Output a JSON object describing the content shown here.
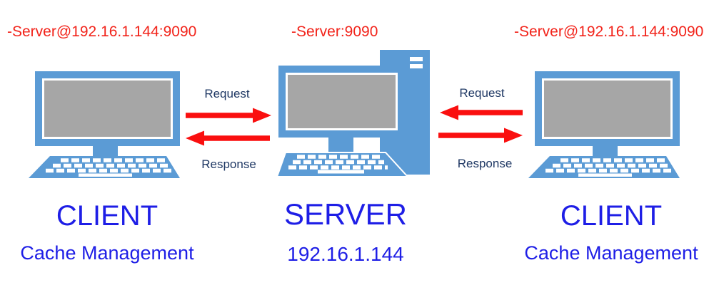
{
  "diagram": {
    "type": "client-server-architecture",
    "colors": {
      "icon_blue": "#5b9bd5",
      "screen_gray": "#a6a6a6",
      "arrow_red": "#fa0f0f",
      "annotation_red": "#f2231a",
      "title_blue": "#1e1ee6",
      "arrow_label_blue": "#1f3864",
      "background": "#ffffff"
    },
    "nodes": [
      {
        "id": "client-left",
        "icon": "desktop-computer-icon",
        "annotation": "-Server@192.16.1.144:9090",
        "title": "CLIENT",
        "subtitle": "Cache Management"
      },
      {
        "id": "server",
        "icon": "server-computer-icon",
        "annotation": "-Server:9090",
        "title": "SERVER",
        "subtitle": "192.16.1.144"
      },
      {
        "id": "client-right",
        "icon": "desktop-computer-icon",
        "annotation": "-Server@192.16.1.144:9090",
        "title": "CLIENT",
        "subtitle": "Cache Management"
      }
    ],
    "links": [
      {
        "from": "client-left",
        "to": "server",
        "request_label": "Request",
        "response_label": "Response",
        "request_direction": "right",
        "response_direction": "left"
      },
      {
        "from": "server",
        "to": "client-right",
        "request_label": "Request",
        "response_label": "Response",
        "request_direction": "left",
        "response_direction": "right"
      }
    ]
  }
}
